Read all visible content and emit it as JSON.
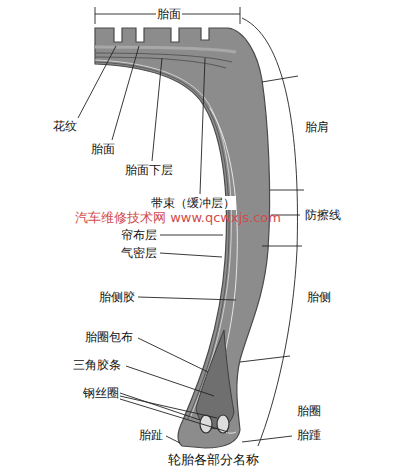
{
  "diagram": {
    "caption": "轮胎各部分名称",
    "labels": [
      "胎面",
      "花纹",
      "胎面",
      "胎面下层",
      "带束（缓冲层）",
      "帘布层",
      "气密层",
      "胎侧胶",
      "胎圈包布",
      "三角胶条",
      "钢丝圈",
      "胎趾",
      "胎肩",
      "防擦线",
      "胎侧",
      "胎圈",
      "胎踵",
      "汽车维修技术网 www.qcwxjs.com"
    ]
  }
}
